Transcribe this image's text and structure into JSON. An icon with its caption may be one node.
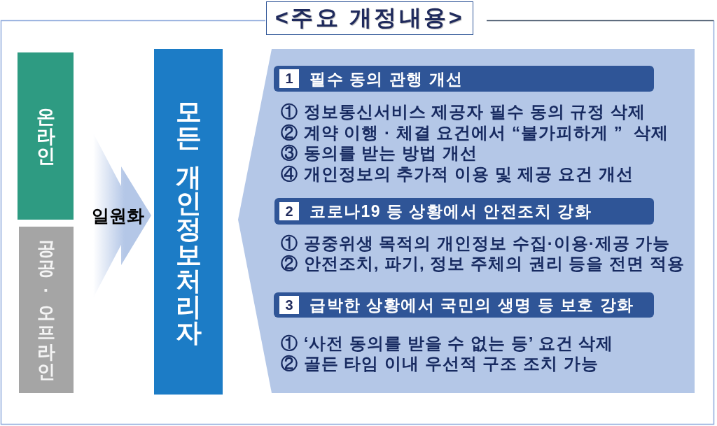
{
  "diagram": {
    "title": "<주요 개정내용>",
    "nodes": [
      {
        "text": [
          "온라인"
        ]
      },
      {
        "text": [
          "공공 · 오프라인"
        ]
      },
      {
        "text": [
          "모든 개인정보처리자"
        ]
      },
      {
        "text": [],
        "shape": "pentagon"
      },
      {
        "text": [
          "필수 동의 관행 개선"
        ],
        "in": 3,
        "beside": [
          "① 정보통신서비스 제공자 필수 동의 규정 삭제",
          "② 계약 이행 · 체결 요건에서 “불가피하게 ”  삭제",
          "③ 동의를 받는 방법 개선",
          "④ 개인정보의 추가적 이용 및 제공 요건 개선"
        ]
      },
      {
        "text": [
          "1"
        ],
        "in": 4
      },
      {
        "text": [
          "코로나19 등 상황에서 안전조치 강화"
        ],
        "in": 3,
        "beside": [
          "① 공중위생 목적의 개인정보 수집·이용·제공 가능",
          "② 안전조치, 파기, 정보 주체의 권리 등을 전면 적용"
        ]
      },
      {
        "text": [
          "2"
        ],
        "in": 6
      },
      {
        "text": [
          "급박한 상황에서 국민의 생명 등 보호 강화"
        ],
        "in": 3,
        "beside": [
          "① ‘사전 동의를 받을 수 없는 등’ 요건 삭제",
          "② 골든 타임 이내 우선적 구조 조치 가능"
        ]
      },
      {
        "text": [
          "3"
        ],
        "in": 8
      }
    ],
    "edges": [
      {
        "from": 0,
        "to": 2,
        "arrow": "to",
        "label": "일원화"
      },
      {
        "from": 1,
        "to": 2,
        "arrow": "to"
      }
    ]
  }
}
